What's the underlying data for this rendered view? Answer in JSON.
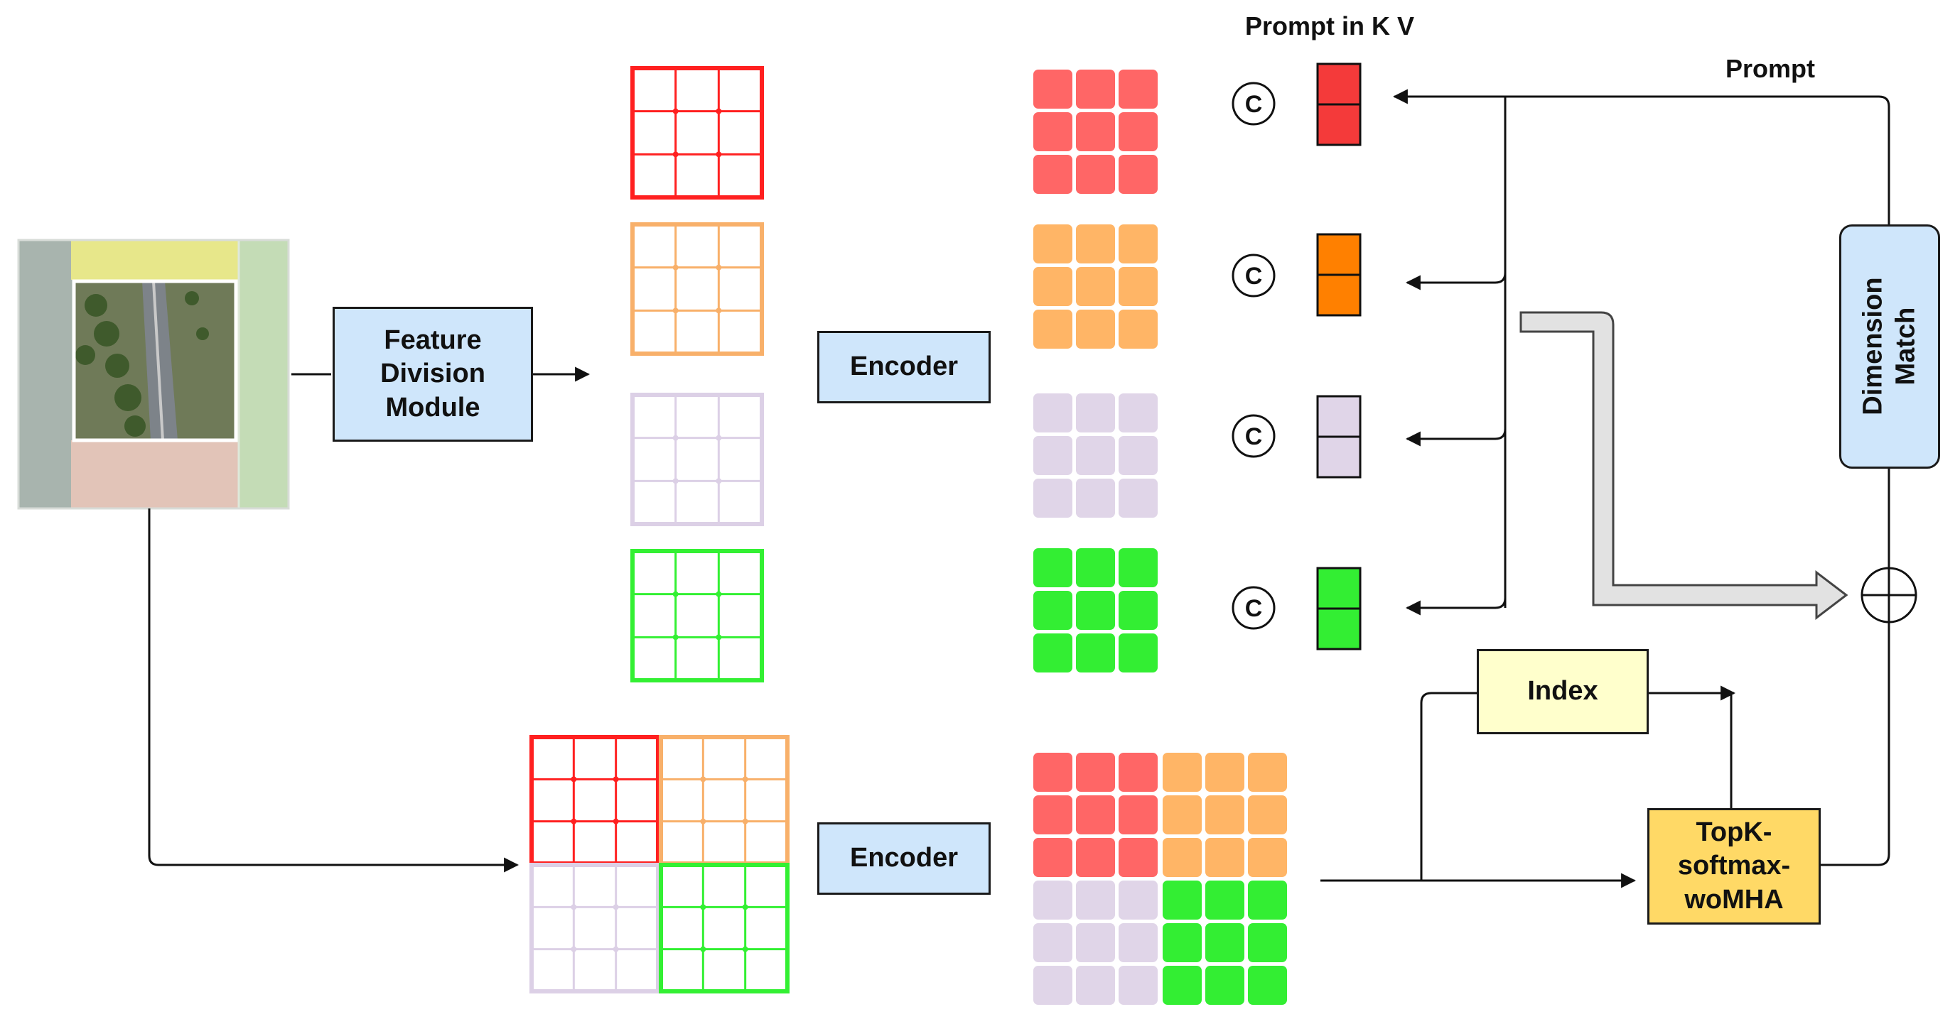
{
  "labels": {
    "feature_division": "Feature\nDivision\nModule",
    "encoder_top": "Encoder",
    "encoder_bottom": "Encoder",
    "prompt_in_kv": "Prompt in K V",
    "prompt": "Prompt",
    "dimension_match": "Dimension\nMatch",
    "index": "Index",
    "topk": "TopK-\nsoftmax-\nwoMHA",
    "concat_symbol": "C"
  },
  "colors": {
    "red": "#ff2020",
    "orange": "#f8b06a",
    "lavender": "#dcd0e6",
    "green": "#33f033",
    "red_token": "#ff6666",
    "orange_token": "#ffb566",
    "lavender_token": "#e0d5e8",
    "green_token": "#33ee33",
    "prompt_red": "#f43a3a",
    "prompt_orange": "#ff8000",
    "prompt_lavender": "#e0d5e8",
    "prompt_green": "#33ee33",
    "module_blue": "#cfe6fb",
    "index_yellow": "#ffffcc",
    "topk_yellow": "#ffd966"
  }
}
